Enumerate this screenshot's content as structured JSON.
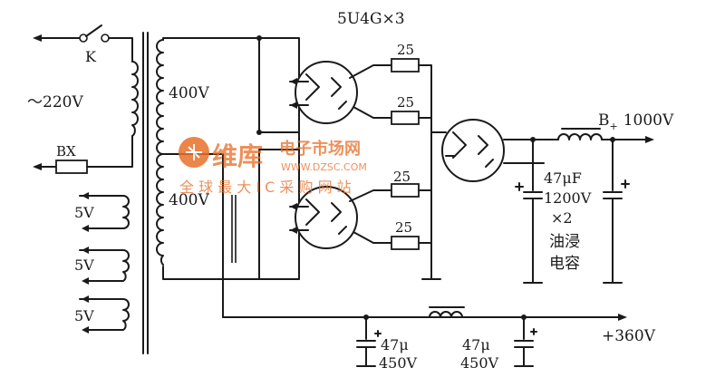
{
  "tube_label": "5U4G×3",
  "switch_label": "K",
  "mains_label": "～220V",
  "fuse_label": "BX",
  "primary_upper": "400V",
  "primary_lower": "400V",
  "heater_labels": [
    "5V",
    "5V",
    "5V"
  ],
  "resistor_labels": [
    "25",
    "25",
    "25",
    "25"
  ],
  "output_high": {
    "prefix": "B",
    "subscript": "+",
    "value": "1000V"
  },
  "cap_main": {
    "value": "47μF",
    "voltage": "1200V",
    "count": "×2",
    "type_line1": "油浸",
    "type_line2": "电容"
  },
  "cap_low_left": {
    "value": "47μ",
    "voltage": "450V"
  },
  "cap_low_right": {
    "value": "47μ",
    "voltage": "450V"
  },
  "output_low": "+360V",
  "watermark": {
    "logo": "维库",
    "title": "电子市场网",
    "url": "WWW.DZSC.COM",
    "slogan": "全 球 最 大 I C 采 购 网 站",
    "color": "#e8702a"
  }
}
